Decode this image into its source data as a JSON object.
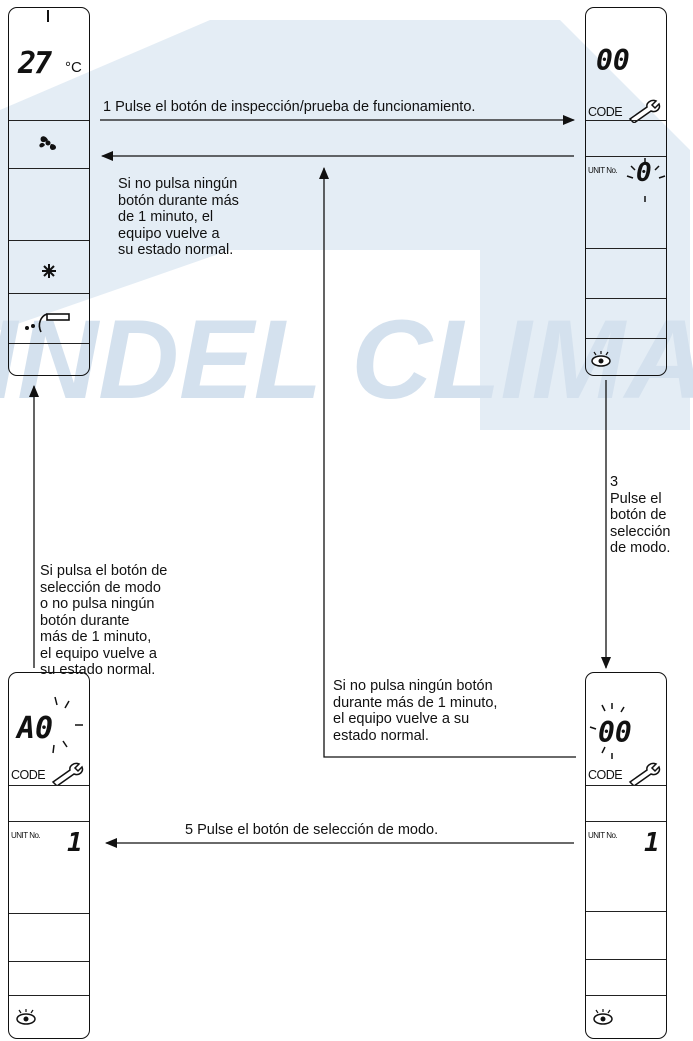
{
  "watermark": {
    "text": "INDEL CLIMA",
    "color": "#d4e1ee"
  },
  "panels": {
    "normal": {
      "temp": "27",
      "unit": "°C",
      "fan_icon": "fan-icon",
      "snow_icon": "snowflake-icon",
      "remote_icon": "remote-signal-icon"
    },
    "top_right": {
      "digits": "00",
      "code_label": "CODE",
      "unit_label": "UNIT No.",
      "unit_value": "0",
      "eye_icon": "inspection-icon"
    },
    "mid_right": {
      "digits": "00",
      "code_label": "CODE",
      "unit_label": "UNIT No.",
      "unit_value": "1",
      "eye_icon": "inspection-icon"
    },
    "bottom_left": {
      "digits": "A0",
      "code_label": "CODE",
      "unit_label": "UNIT No.",
      "unit_value": "1",
      "eye_icon": "inspection-icon"
    }
  },
  "steps": {
    "s1": "1 Pulse el botón de inspección/prueba de funcionamiento.",
    "s3": "3\nPulse el\nbotón de\nselección\nde modo.",
    "s5": "5 Pulse el botón de selección de modo."
  },
  "notes": {
    "n_top": "Si no pulsa ningún\nbotón durante más\nde 1 minuto, el\nequipo vuelve a\nsu estado normal.",
    "n_left": "Si pulsa el botón de\nselección de modo\no no pulsa ningún\nbotón durante\nmás de 1 minuto,\nel equipo vuelve a\nsu estado normal.",
    "n_mid": "Si no pulsa ningún botón\ndurante más de 1 minuto,\nel equipo vuelve a su\nestado normal."
  }
}
